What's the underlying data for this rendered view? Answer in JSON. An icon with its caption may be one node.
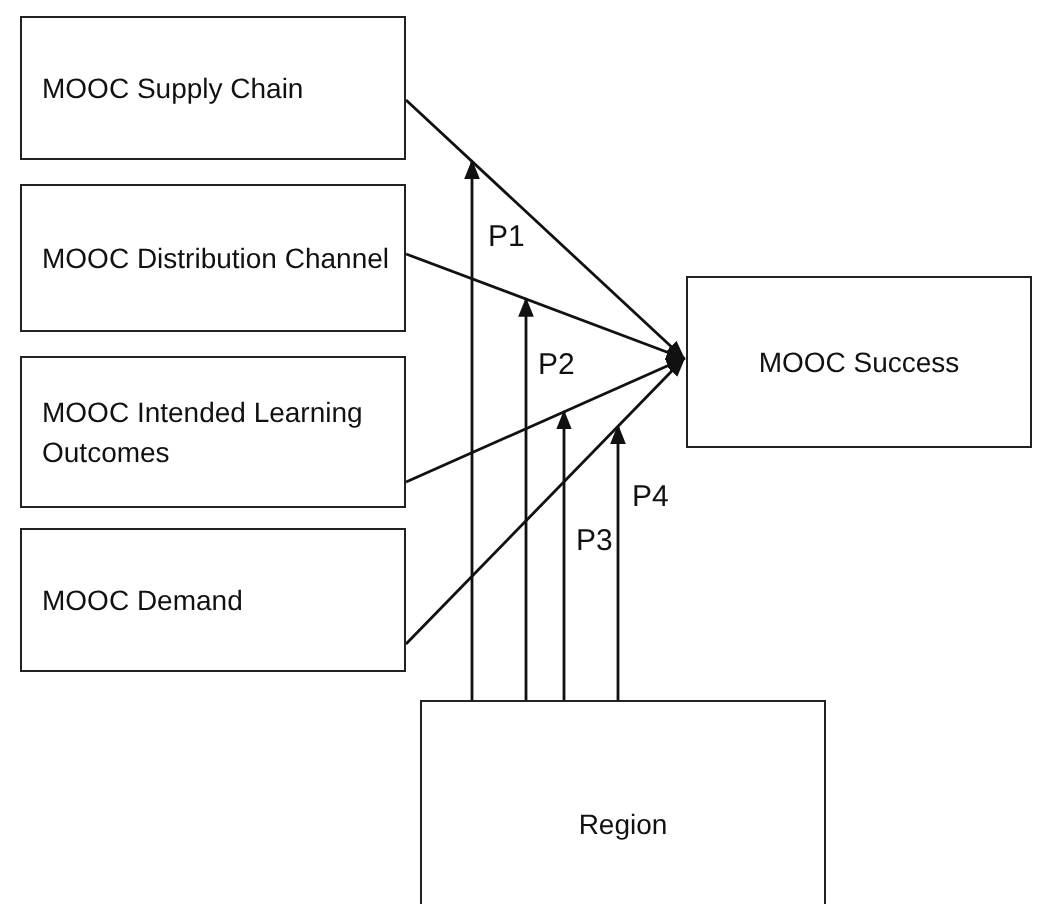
{
  "diagram": {
    "nodes": [
      {
        "text": [
          "MOOC Supply Chain"
        ]
      },
      {
        "text": [
          "MOOC Distribution Channel"
        ]
      },
      {
        "text": [
          "MOOC Intended Learning Outcomes"
        ]
      },
      {
        "text": [
          "MOOC Demand"
        ]
      },
      {
        "text": [
          "MOOC Success"
        ]
      },
      {
        "text": [
          "Region"
        ]
      }
    ],
    "edges": [
      {
        "from": 0,
        "to": 4,
        "arrow": "to"
      },
      {
        "from": 1,
        "to": 4,
        "arrow": "to"
      },
      {
        "from": 2,
        "to": 4,
        "arrow": "to"
      },
      {
        "from": 3,
        "to": 4,
        "arrow": "to"
      },
      {
        "from": 5,
        "to": null,
        "arrow": "to",
        "label": "P1"
      },
      {
        "from": 5,
        "to": null,
        "arrow": "to",
        "label": "P2"
      },
      {
        "from": 5,
        "to": null,
        "arrow": "to",
        "label": "P3"
      },
      {
        "from": 5,
        "to": null,
        "arrow": "to",
        "label": "P4"
      }
    ]
  }
}
